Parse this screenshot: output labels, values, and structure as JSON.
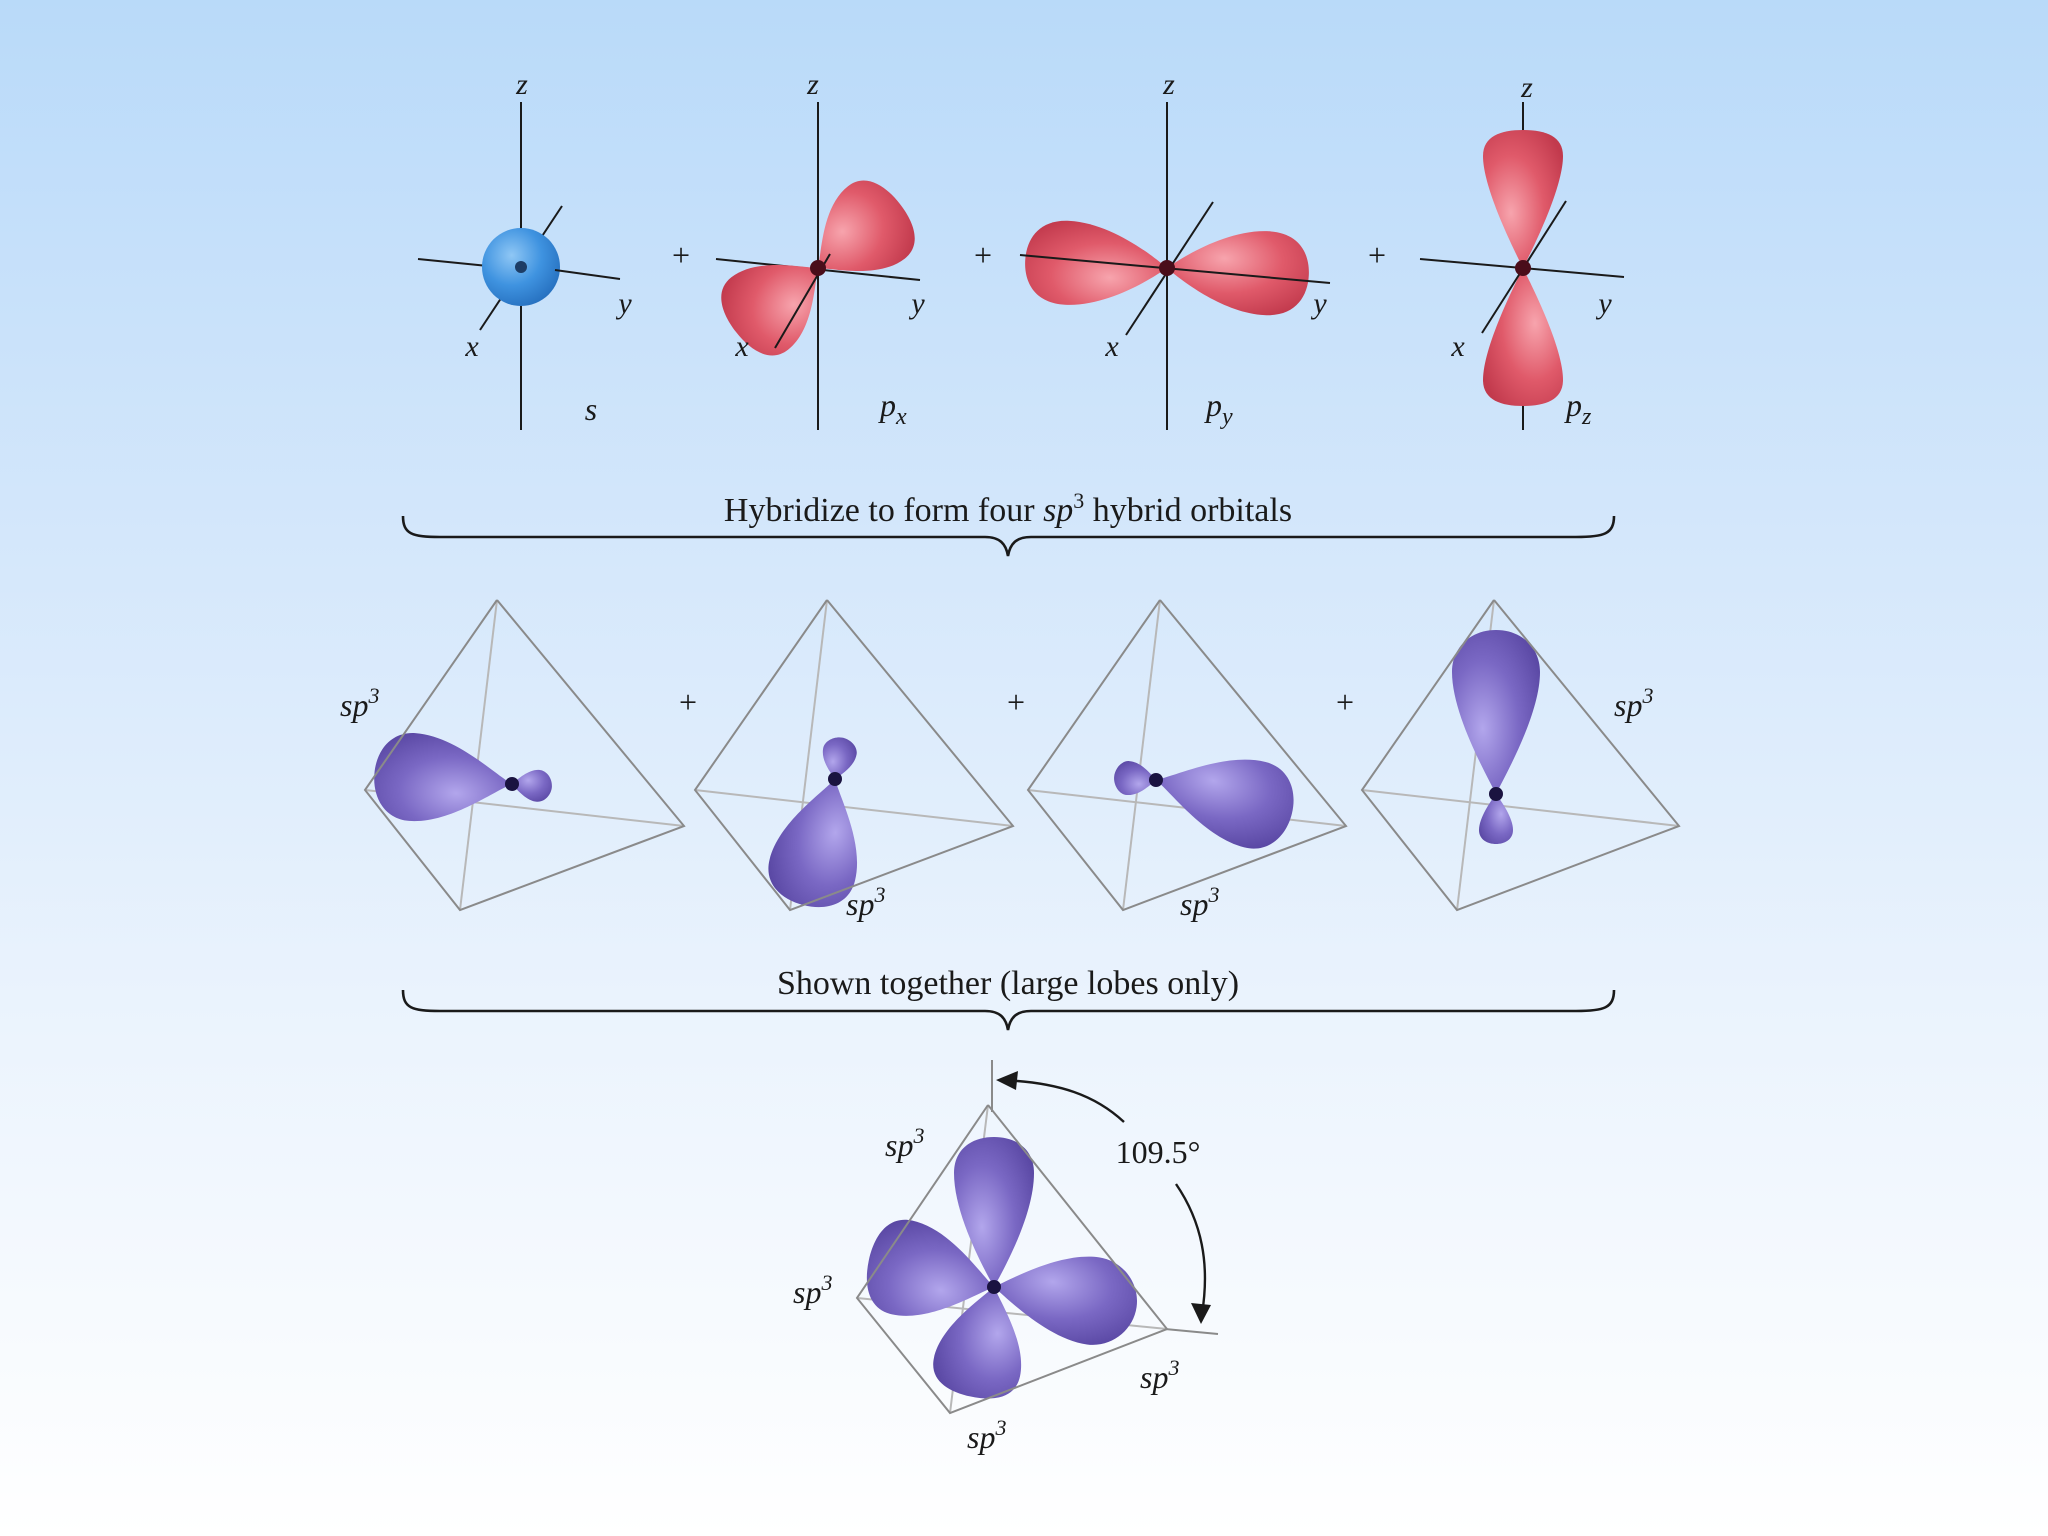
{
  "colors": {
    "s_orbital": "#3f93e0",
    "p_orbital": "#e05a6a",
    "hybrid_orbital": "#7a68c4",
    "nucleus": "#4a0d1a"
  },
  "axes": {
    "x": "x",
    "y": "y",
    "z": "z"
  },
  "atomic_orbitals": [
    {
      "symbol": "s",
      "subscript": ""
    },
    {
      "symbol": "p",
      "subscript": "x"
    },
    {
      "symbol": "p",
      "subscript": "y"
    },
    {
      "symbol": "p",
      "subscript": "z"
    }
  ],
  "plus_sign": "+",
  "brace1": {
    "text_before": "Hybridize to form four ",
    "text_sp": "sp",
    "text_sup": "3",
    "text_after": " hybrid orbitals"
  },
  "hybrid_label": {
    "base": "sp",
    "sup": "3"
  },
  "brace2": {
    "text": "Shown together (large lobes only)"
  },
  "angle": "109.5°"
}
